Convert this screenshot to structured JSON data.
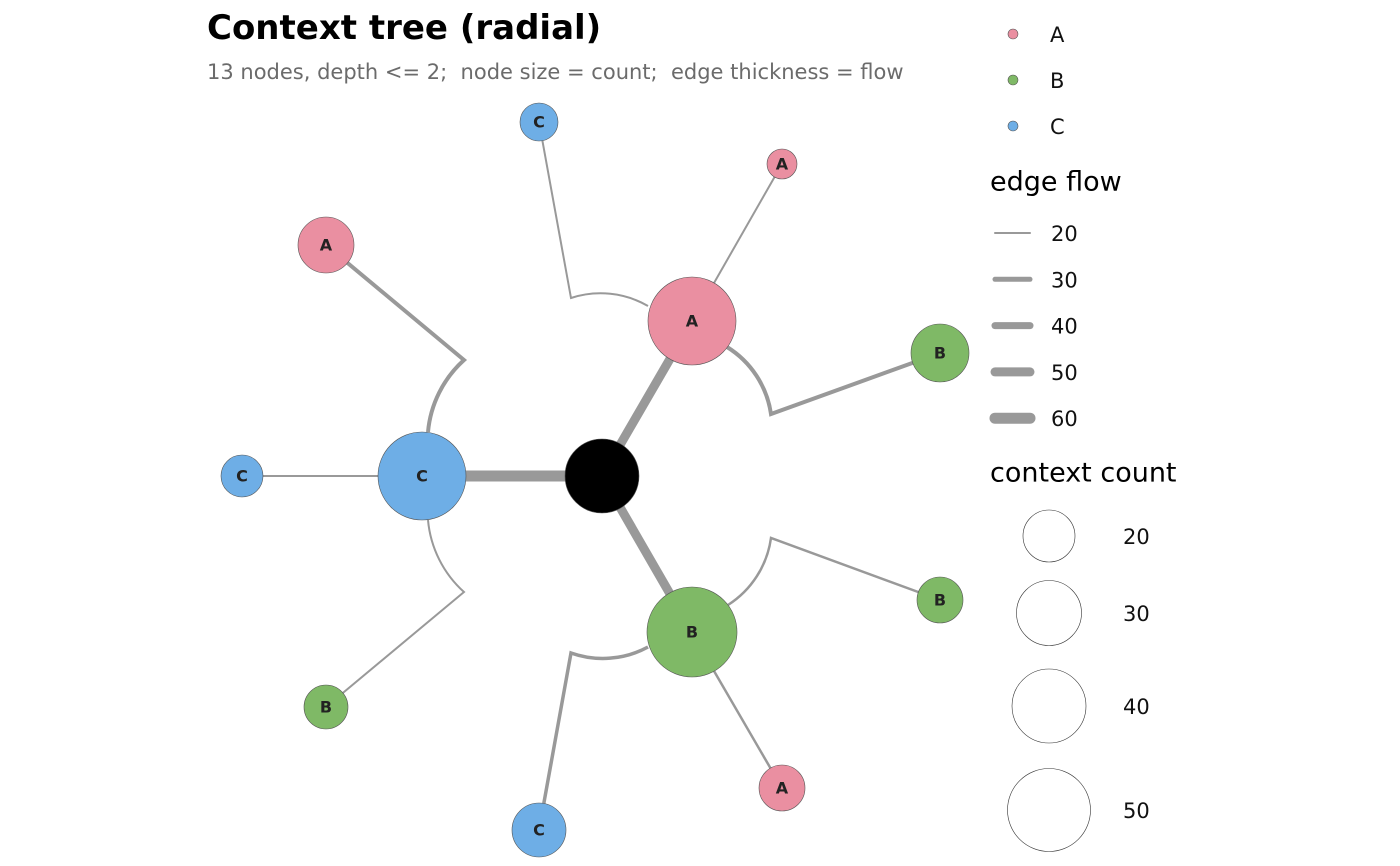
{
  "title": "Context tree (radial)",
  "subtitle": "13 nodes, depth <= 2;  node size = count;  edge thickness = flow",
  "colors": {
    "A": "#ea8fa1",
    "B": "#7fb966",
    "C": "#6eaee6",
    "root": "#000000",
    "edge": "#999999"
  },
  "nodes": [
    {
      "id": "root",
      "label": ""
    },
    {
      "id": "a1",
      "label": "A"
    },
    {
      "id": "b1",
      "label": "B"
    },
    {
      "id": "c1",
      "label": "C"
    },
    {
      "id": "a1-a",
      "label": "A"
    },
    {
      "id": "a1-b",
      "label": "B"
    },
    {
      "id": "a1-c",
      "label": "C"
    },
    {
      "id": "b1-a",
      "label": "A"
    },
    {
      "id": "b1-b",
      "label": "B"
    },
    {
      "id": "b1-c",
      "label": "C"
    },
    {
      "id": "c1-a",
      "label": "A"
    },
    {
      "id": "c1-b",
      "label": "B"
    },
    {
      "id": "c1-c",
      "label": "C"
    }
  ],
  "legend": {
    "categories": [
      "A",
      "B",
      "C"
    ],
    "edge_flow_title": "edge flow",
    "edge_flow_values": [
      "20",
      "30",
      "40",
      "50",
      "60"
    ],
    "count_title": "context count",
    "count_values": [
      "20",
      "30",
      "40",
      "50"
    ]
  }
}
